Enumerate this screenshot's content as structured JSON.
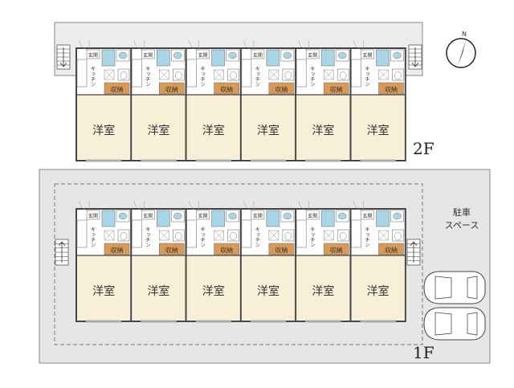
{
  "floors": [
    {
      "id": "2F",
      "label": "2F",
      "unit_count": 6
    },
    {
      "id": "1F",
      "label": "1F",
      "unit_count": 6
    }
  ],
  "unit": {
    "entrance": "玄関",
    "kitchen": "キッチン",
    "storage": "収納",
    "room": "洋室"
  },
  "parking": {
    "line1": "駐車",
    "line2": "スペース",
    "car_count": 2
  },
  "compass": {
    "label": "N"
  },
  "colors": {
    "room_fill": "#f7f0d6",
    "storage_fill": "#d99a55",
    "outer_area": "#e6e6e6",
    "water_fill": "#a9d6e6",
    "wall": "#444444"
  }
}
